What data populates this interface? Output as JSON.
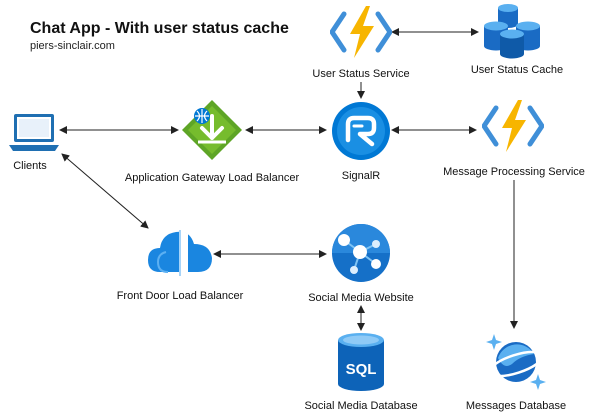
{
  "title": "Chat App - With user status cache",
  "subtitle": "piers-sinclair.com",
  "nodes": {
    "clients": "Clients",
    "app_gateway": "Application Gateway Load Balancer",
    "signalr": "SignalR",
    "user_status_service": "User Status Service",
    "user_status_cache": "User Status Cache",
    "message_processing": "Message Processing Service",
    "front_door": "Front Door Load Balancer",
    "social_media_website": "Social Media Website",
    "social_media_database": "Social Media Database",
    "messages_database": "Messages Database",
    "sql_text": "SQL"
  },
  "colors": {
    "azure_blue": "#0078d4",
    "function_yellow": "#f7b500",
    "gateway_green": "#5ea526",
    "arrow": "#222222"
  }
}
